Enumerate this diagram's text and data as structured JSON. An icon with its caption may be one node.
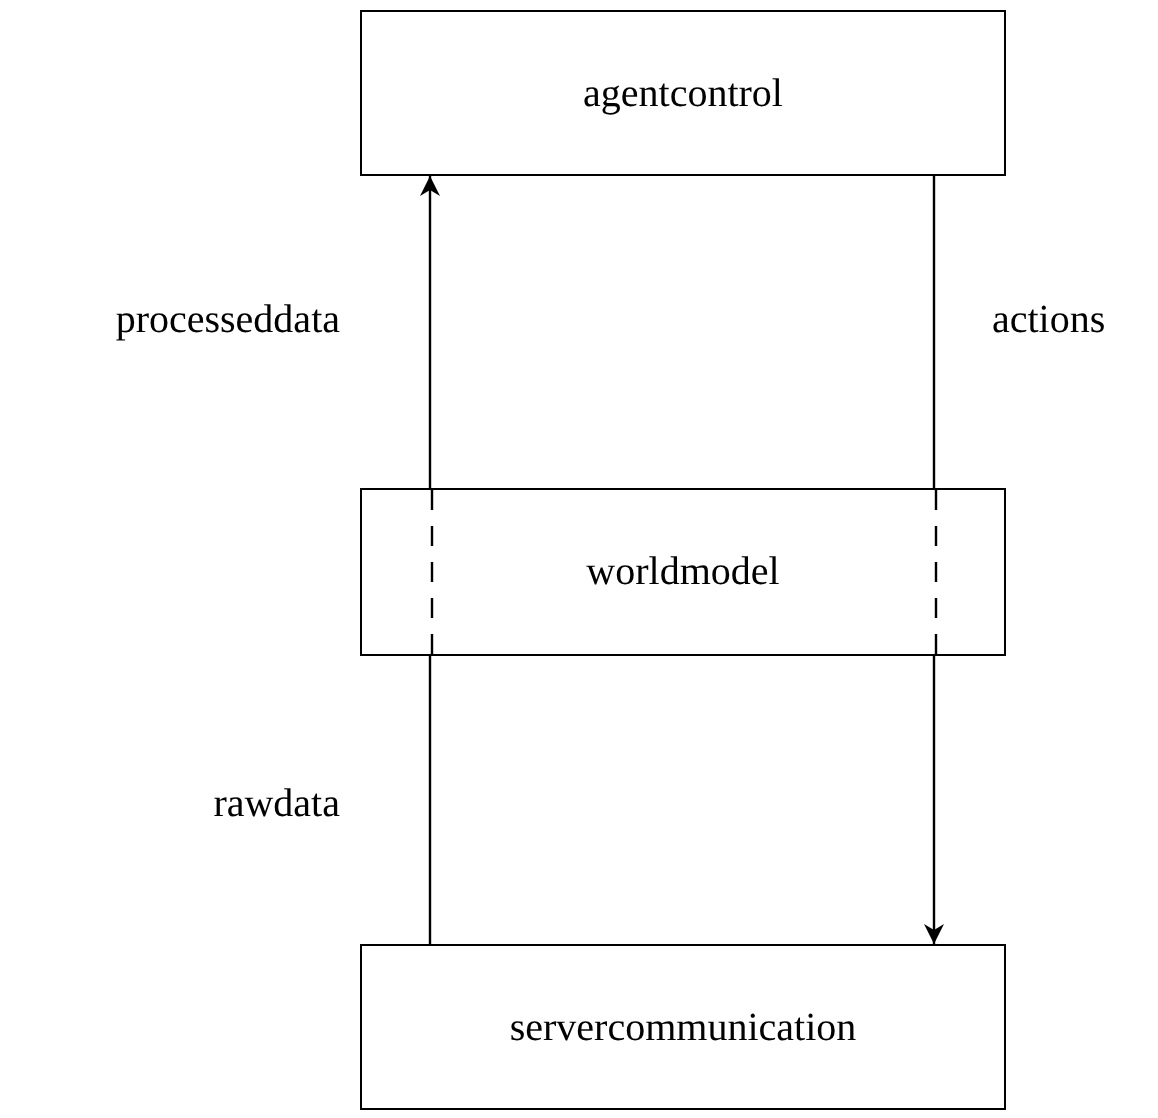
{
  "diagram": {
    "nodes": [
      {
        "text": [
          "agentcontrol"
        ]
      },
      {
        "text": [
          "worldmodel"
        ]
      },
      {
        "text": [
          "servercommunication"
        ]
      }
    ],
    "edges": [
      {
        "from": 2,
        "to": 1,
        "arrow": "none",
        "label": "rawdata"
      },
      {
        "from": 1,
        "to": 0,
        "arrow": "to",
        "label": "processeddata"
      },
      {
        "from": 0,
        "to": 1,
        "arrow": "none",
        "label": "actions"
      },
      {
        "from": 1,
        "to": 2,
        "arrow": "to"
      }
    ]
  }
}
